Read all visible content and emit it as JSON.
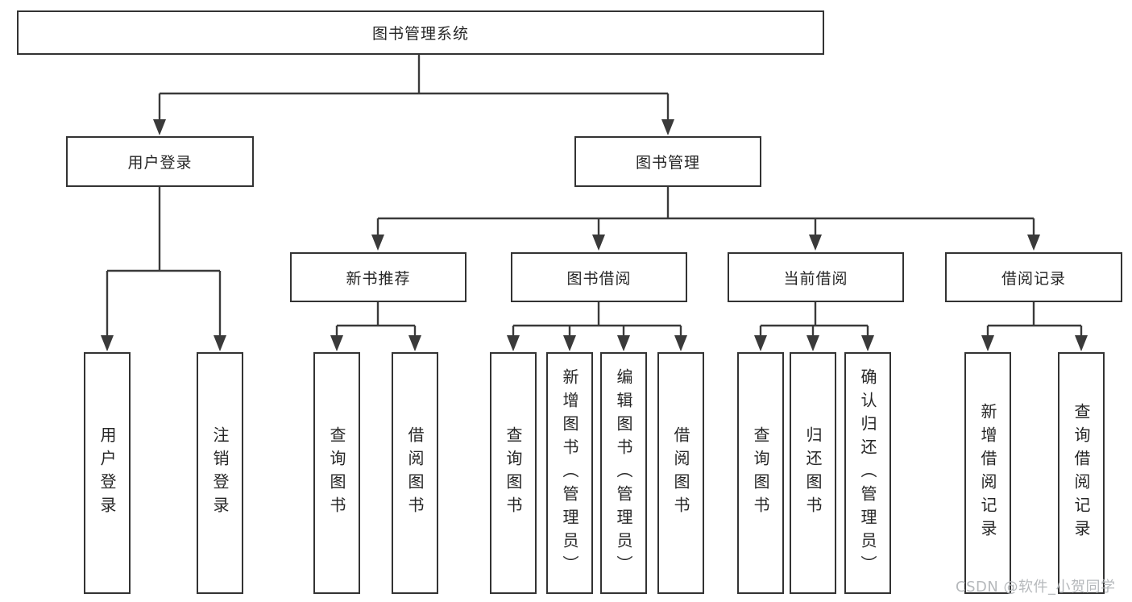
{
  "tree": {
    "root": {
      "label": "图书管理系统"
    },
    "level2": [
      {
        "label": "用户登录"
      },
      {
        "label": "图书管理"
      }
    ],
    "level3": [
      {
        "label": "新书推荐"
      },
      {
        "label": "图书借阅"
      },
      {
        "label": "当前借阅"
      },
      {
        "label": "借阅记录"
      }
    ],
    "leaves": {
      "user_login": [
        "用户登录",
        "注销登录"
      ],
      "new_book_recommend": [
        "查询图书",
        "借阅图书"
      ],
      "book_borrow": [
        "查询图书",
        "新增图书（管理员）",
        "编辑图书（管理员）",
        "借阅图书"
      ],
      "current_borrow": [
        "查询图书",
        "归还图书",
        "确认归还（管理员）"
      ],
      "borrow_records": [
        "新增借阅记录",
        "查询借阅记录"
      ]
    }
  },
  "watermark": "CSDN @软件_小贺同学",
  "colors": {
    "line": "#3a3a3a",
    "box_border": "#333333",
    "box_background": "#ffffff",
    "text": "#262626",
    "watermark": "#b6b9bc",
    "page_background": "#ffffff"
  }
}
